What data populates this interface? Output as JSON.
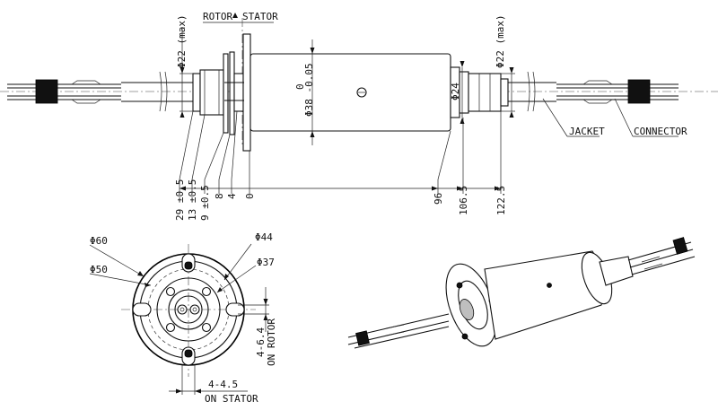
{
  "labels": {
    "rotor": "ROTOR",
    "stator": "STATOR",
    "jacket": "JACKET",
    "connector": "CONNECTOR",
    "on_stator": "ON STATOR",
    "on_rotor": "ON ROTOR"
  },
  "side_view": {
    "dia_max_left": "Φ22 (max)",
    "dia_max_right": "Φ22 (max)",
    "body_dia_tol": "0",
    "body_dia_val": "Φ38 -0.05",
    "shaft_dia": "Φ24",
    "length_dims": [
      "29 ±0.5",
      "13 ±0.5",
      "9 ±0.5",
      "8",
      "4",
      "0",
      "96",
      "106.5",
      "122.5"
    ]
  },
  "end_view": {
    "d60": "Φ60",
    "d50": "Φ50",
    "d44": "Φ44",
    "d37": "Φ37",
    "holes_stator": "4-4.5",
    "holes_rotor": "4-6.4"
  },
  "colors": {
    "line": "#111111",
    "background": "#ffffff"
  }
}
